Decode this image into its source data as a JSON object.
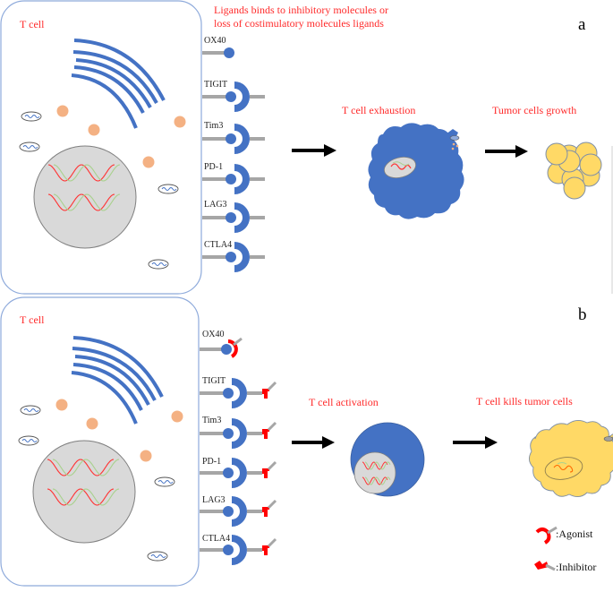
{
  "colors": {
    "cell_border": "#8eaadb",
    "receptor_blue": "#4472c4",
    "stalk_gray": "#a6a6a6",
    "granule_orange": "#f4b183",
    "nucleus_gray": "#d9d9d9",
    "dna_red": "#ff3333",
    "dna_green": "#a9d18e",
    "tumor_yellow": "#ffd966",
    "tumor_outline": "#7f8fa6",
    "label_red": "#ff2b2b",
    "drug_red": "#ff0000",
    "arrow_black": "#000000"
  },
  "panel_a": {
    "letter": "a",
    "cell_label": "T cell",
    "ligand_title_line1": "Ligands binds to inhibitory molecules or",
    "ligand_title_line2": "loss of costimulatory molecules ligands",
    "receptors": [
      "OX40",
      "TIGIT",
      "Tim3",
      "PD-1",
      "LAG3",
      "CTLA4"
    ],
    "step1_label": "T cell exhaustion",
    "step2_label": "Tumor cells growth"
  },
  "panel_b": {
    "letter": "b",
    "cell_label": "T cell",
    "receptors": [
      "OX40",
      "TIGIT",
      "Tim3",
      "PD-1",
      "LAG3",
      "CTLA4"
    ],
    "step1_label": "T cell activation",
    "step2_label": "T cell kills tumor cells"
  },
  "legend": {
    "agonist_label": ":Agonist",
    "inhibitor_label": ":Inhibitor"
  }
}
